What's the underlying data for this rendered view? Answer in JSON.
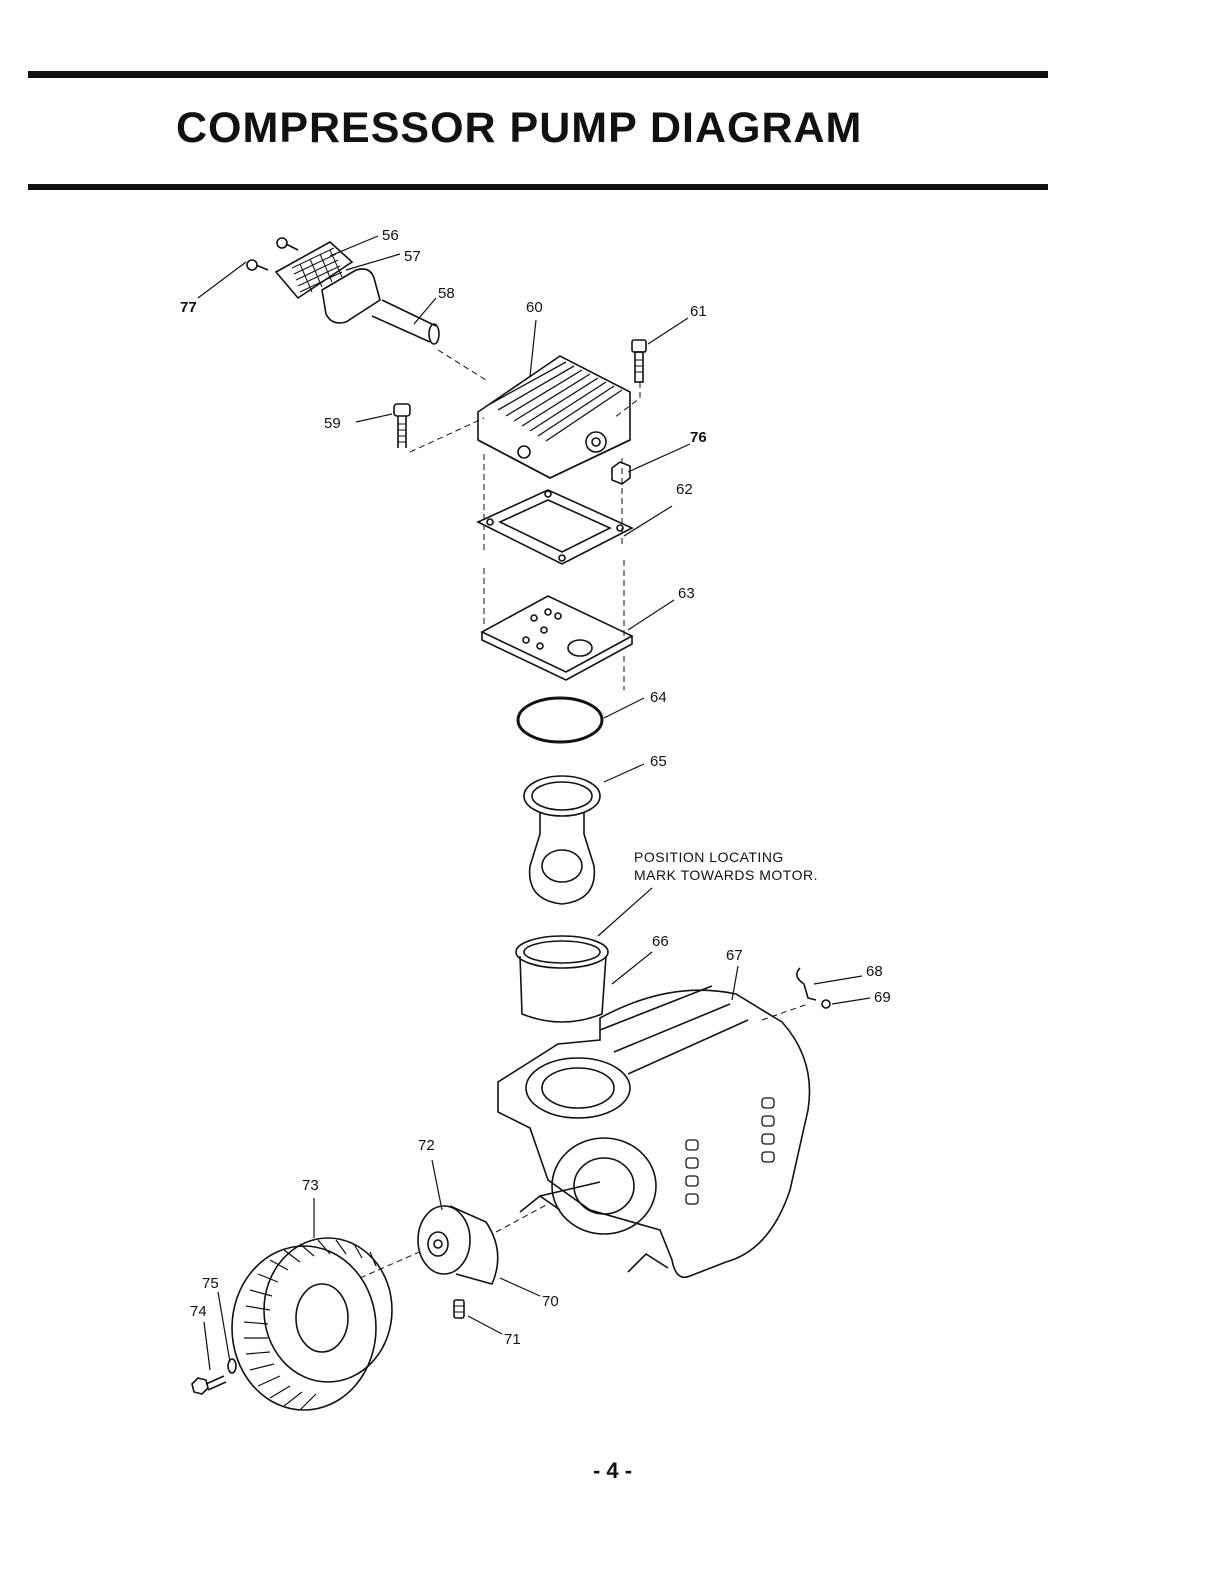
{
  "title": "COMPRESSOR PUMP DIAGRAM",
  "page_number": "- 4 -",
  "note": {
    "line1": "POSITION LOCATING",
    "line2": "MARK TOWARDS MOTOR."
  },
  "parts": {
    "p56": "56",
    "p57": "57",
    "p58": "58",
    "p59": "59",
    "p60": "60",
    "p61": "61",
    "p62": "62",
    "p63": "63",
    "p64": "64",
    "p65": "65",
    "p66": "66",
    "p67": "67",
    "p68": "68",
    "p69": "69",
    "p70": "70",
    "p71": "71",
    "p72": "72",
    "p73": "73",
    "p74": "74",
    "p75": "75",
    "p76": "76",
    "p77": "77"
  }
}
